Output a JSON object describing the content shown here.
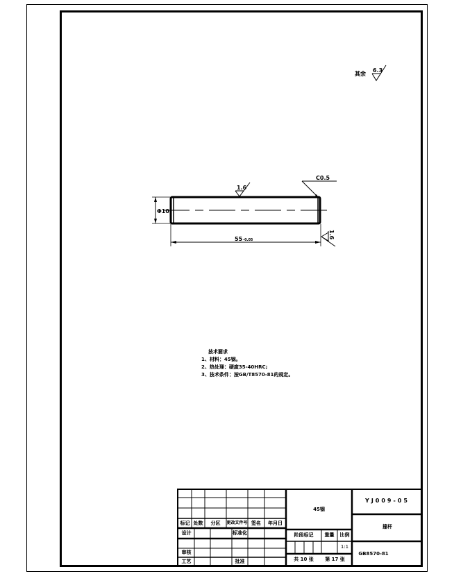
{
  "surface_finish_general": {
    "label": "其余",
    "value": "6.3"
  },
  "part_drawing": {
    "surface_roughness_top": "1.6",
    "surface_roughness_end": "1.6",
    "chamfer": "C0.5",
    "diameter": "Φ10",
    "length": "55",
    "length_tolerance": "-0.05"
  },
  "tech_requirements": {
    "title": "技术要求",
    "items": [
      "1、材料：45钢。",
      "2、热处理：硬度35-40HRC;",
      "3、技术条件：按GB/T8570-81的规定。"
    ]
  },
  "title_block": {
    "material": "45钢",
    "drawing_number": "YJ009-05",
    "part_name": "撞杆",
    "standard": "GB8570-81",
    "headers": [
      "标记",
      "处数",
      "分区",
      "更改文件号",
      "签名",
      "年月日"
    ],
    "design_label": "设计",
    "standardization_label": "标准化",
    "review_label": "审核",
    "process_label": "工艺",
    "approve_label": "批准",
    "stage_mark_label": "阶段标记",
    "weight_label": "重量",
    "scale_label": "比例",
    "scale_value": "1:1",
    "total_sheets": "共 10 张",
    "sheet_number": "第 17 张"
  }
}
